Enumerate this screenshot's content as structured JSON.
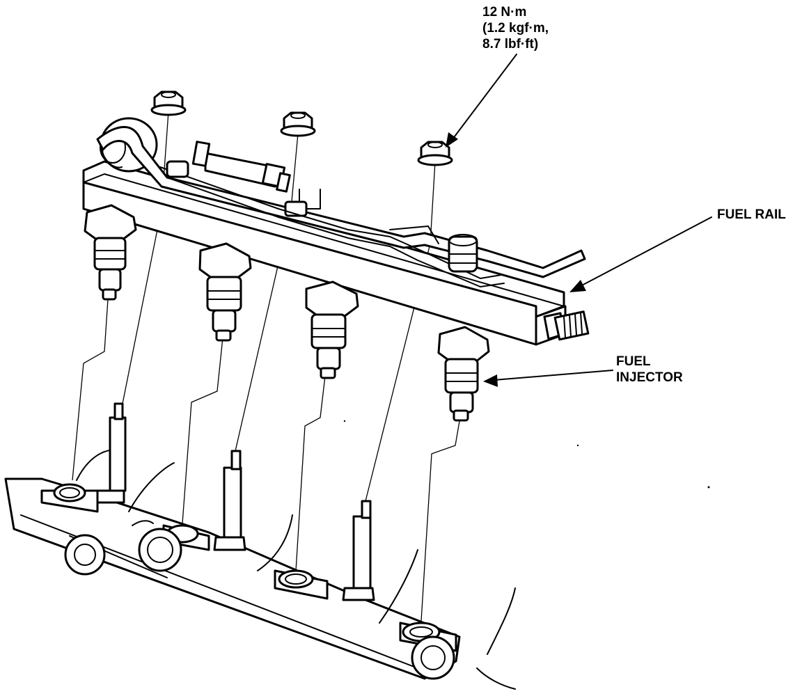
{
  "labels": {
    "torque_line1": "12 N·m",
    "torque_line2": "(1.2 kgf·m,",
    "torque_line3": "8.7 lbf·ft)",
    "fuel_rail": "FUEL RAIL",
    "fuel_injector_line1": "FUEL",
    "fuel_injector_line2": "INJECTOR"
  },
  "colors": {
    "ink": "#000000",
    "paper": "#ffffff"
  }
}
